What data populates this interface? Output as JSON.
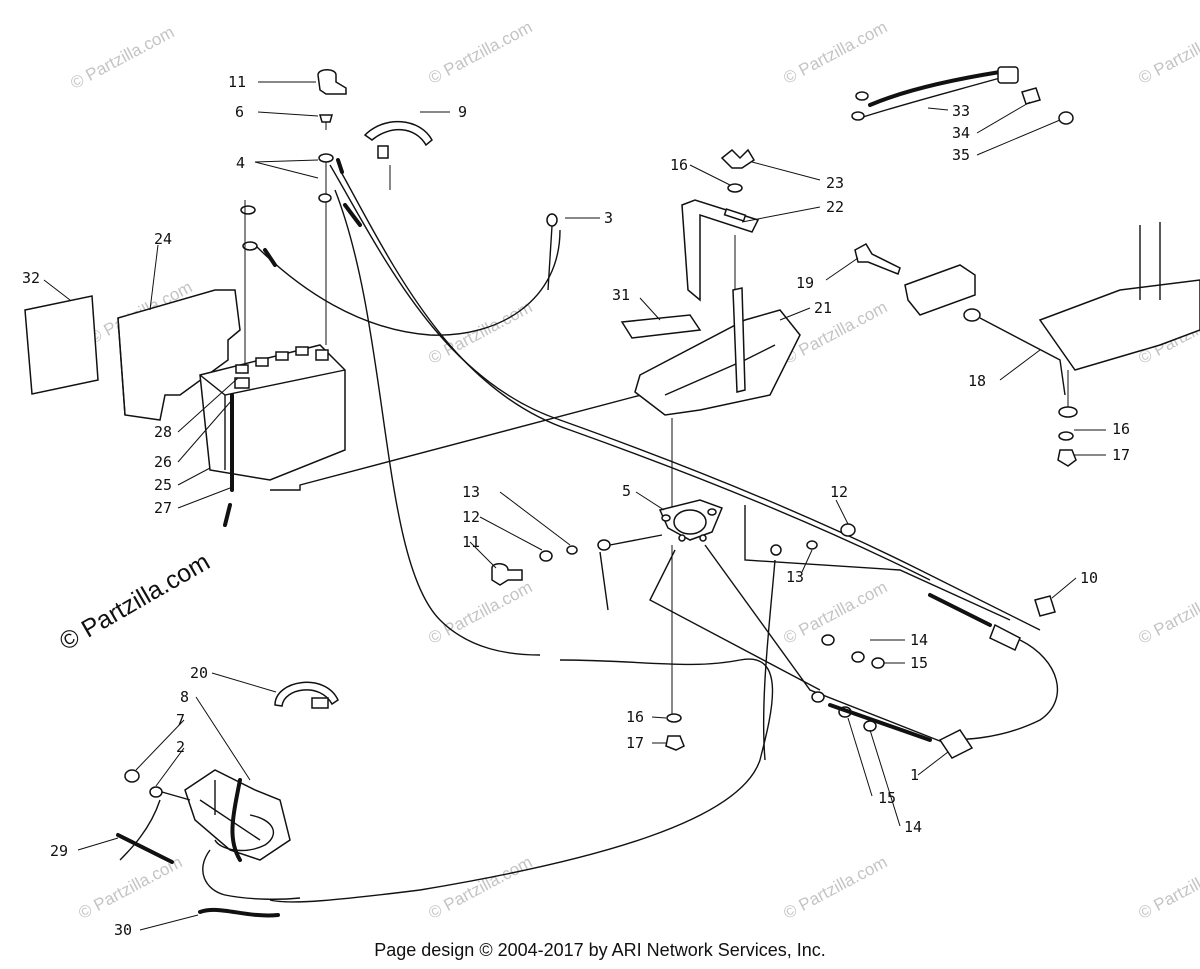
{
  "watermark": "© Partzilla.com",
  "footer": "Page design © 2004-2017 by ARI Network Services, Inc.",
  "callouts": [
    {
      "id": "c11a",
      "label": "11"
    },
    {
      "id": "c6",
      "label": "6"
    },
    {
      "id": "c9",
      "label": "9"
    },
    {
      "id": "c4",
      "label": "4"
    },
    {
      "id": "c3",
      "label": "3"
    },
    {
      "id": "c24",
      "label": "24"
    },
    {
      "id": "c32",
      "label": "32"
    },
    {
      "id": "c28",
      "label": "28"
    },
    {
      "id": "c26",
      "label": "26"
    },
    {
      "id": "c25",
      "label": "25"
    },
    {
      "id": "c27",
      "label": "27"
    },
    {
      "id": "c16a",
      "label": "16"
    },
    {
      "id": "c23",
      "label": "23"
    },
    {
      "id": "c22",
      "label": "22"
    },
    {
      "id": "c31",
      "label": "31"
    },
    {
      "id": "c21",
      "label": "21"
    },
    {
      "id": "c33",
      "label": "33"
    },
    {
      "id": "c34",
      "label": "34"
    },
    {
      "id": "c35",
      "label": "35"
    },
    {
      "id": "c19",
      "label": "19"
    },
    {
      "id": "c18",
      "label": "18"
    },
    {
      "id": "c16b",
      "label": "16"
    },
    {
      "id": "c17a",
      "label": "17"
    },
    {
      "id": "c5",
      "label": "5"
    },
    {
      "id": "c13a",
      "label": "13"
    },
    {
      "id": "c12a",
      "label": "12"
    },
    {
      "id": "c11b",
      "label": "11"
    },
    {
      "id": "c12b",
      "label": "12"
    },
    {
      "id": "c13b",
      "label": "13"
    },
    {
      "id": "c10",
      "label": "10"
    },
    {
      "id": "c14a",
      "label": "14"
    },
    {
      "id": "c15a",
      "label": "15"
    },
    {
      "id": "c16c",
      "label": "16"
    },
    {
      "id": "c17b",
      "label": "17"
    },
    {
      "id": "c1",
      "label": "1"
    },
    {
      "id": "c15b",
      "label": "15"
    },
    {
      "id": "c14b",
      "label": "14"
    },
    {
      "id": "c20",
      "label": "20"
    },
    {
      "id": "c8",
      "label": "8"
    },
    {
      "id": "c7",
      "label": "7"
    },
    {
      "id": "c2",
      "label": "2"
    },
    {
      "id": "c29",
      "label": "29"
    },
    {
      "id": "c30",
      "label": "30"
    }
  ]
}
